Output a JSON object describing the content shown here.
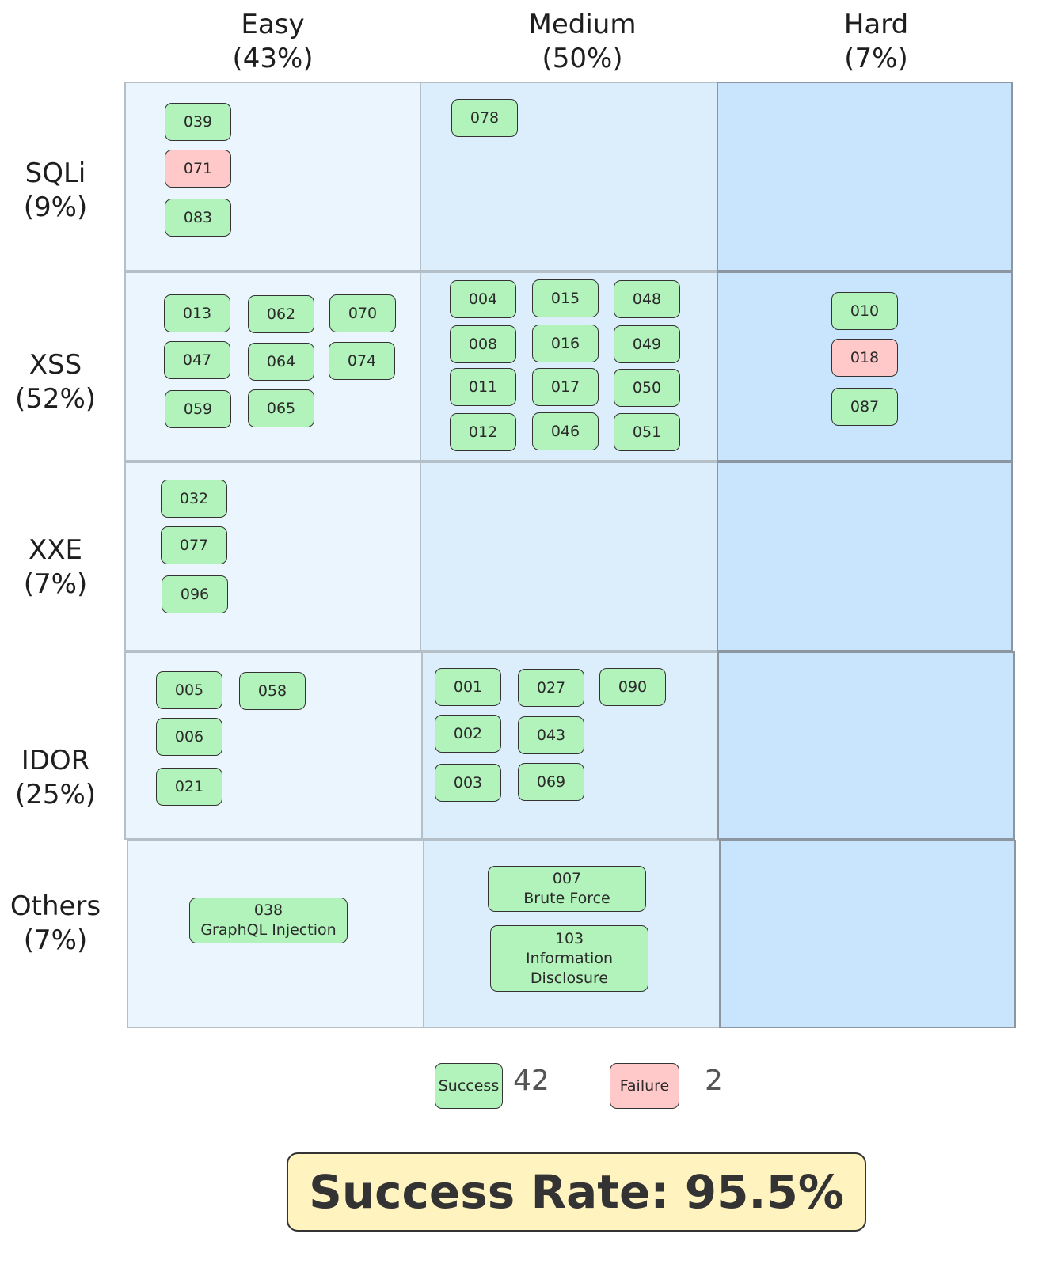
{
  "columns": [
    {
      "name": "Easy",
      "pct": "(43%)"
    },
    {
      "name": "Medium",
      "pct": "(50%)"
    },
    {
      "name": "Hard",
      "pct": "(7%)"
    }
  ],
  "rows": [
    {
      "name": "SQLi",
      "pct": "(9%)"
    },
    {
      "name": "XSS",
      "pct": "(52%)"
    },
    {
      "name": "XXE",
      "pct": "(7%)"
    },
    {
      "name": "IDOR",
      "pct": "(25%)"
    },
    {
      "name": "Others",
      "pct": "(7%)"
    }
  ],
  "cells": {
    "sqli_easy": [
      {
        "id": "039",
        "status": "success"
      },
      {
        "id": "071",
        "status": "failure"
      },
      {
        "id": "083",
        "status": "success"
      }
    ],
    "sqli_medium": [
      {
        "id": "078",
        "status": "success"
      }
    ],
    "xss_easy": [
      {
        "id": "013",
        "status": "success"
      },
      {
        "id": "062",
        "status": "success"
      },
      {
        "id": "070",
        "status": "success"
      },
      {
        "id": "047",
        "status": "success"
      },
      {
        "id": "064",
        "status": "success"
      },
      {
        "id": "074",
        "status": "success"
      },
      {
        "id": "059",
        "status": "success"
      },
      {
        "id": "065",
        "status": "success"
      }
    ],
    "xss_medium": [
      {
        "id": "004",
        "status": "success"
      },
      {
        "id": "015",
        "status": "success"
      },
      {
        "id": "048",
        "status": "success"
      },
      {
        "id": "008",
        "status": "success"
      },
      {
        "id": "016",
        "status": "success"
      },
      {
        "id": "049",
        "status": "success"
      },
      {
        "id": "011",
        "status": "success"
      },
      {
        "id": "017",
        "status": "success"
      },
      {
        "id": "050",
        "status": "success"
      },
      {
        "id": "012",
        "status": "success"
      },
      {
        "id": "046",
        "status": "success"
      },
      {
        "id": "051",
        "status": "success"
      }
    ],
    "xss_hard": [
      {
        "id": "010",
        "status": "success"
      },
      {
        "id": "018",
        "status": "failure"
      },
      {
        "id": "087",
        "status": "success"
      }
    ],
    "xxe_easy": [
      {
        "id": "032",
        "status": "success"
      },
      {
        "id": "077",
        "status": "success"
      },
      {
        "id": "096",
        "status": "success"
      }
    ],
    "idor_easy": [
      {
        "id": "005",
        "status": "success"
      },
      {
        "id": "058",
        "status": "success"
      },
      {
        "id": "006",
        "status": "success"
      },
      {
        "id": "021",
        "status": "success"
      }
    ],
    "idor_medium": [
      {
        "id": "001",
        "status": "success"
      },
      {
        "id": "027",
        "status": "success"
      },
      {
        "id": "090",
        "status": "success"
      },
      {
        "id": "002",
        "status": "success"
      },
      {
        "id": "043",
        "status": "success"
      },
      {
        "id": "003",
        "status": "success"
      },
      {
        "id": "069",
        "status": "success"
      }
    ],
    "others_easy": [
      {
        "id": "038",
        "label": "GraphQL Injection",
        "status": "success"
      }
    ],
    "others_medium": [
      {
        "id": "007",
        "label": "Brute Force",
        "status": "success"
      },
      {
        "id": "103",
        "label": "Information",
        "label2": "Disclosure",
        "status": "success"
      }
    ]
  },
  "legend": {
    "success_label": "Success",
    "success_count": "42",
    "failure_label": "Failure",
    "failure_count": "2"
  },
  "summary": {
    "text": "Success Rate: 95.5%"
  },
  "colors": {
    "success": "#b2f2bb",
    "failure": "#ffc9c9",
    "easy_bg": "#ebf5fe",
    "medium_bg": "#dcedfc",
    "hard_bg": "#c8e5fd",
    "summary_bg": "#fff3bf"
  }
}
